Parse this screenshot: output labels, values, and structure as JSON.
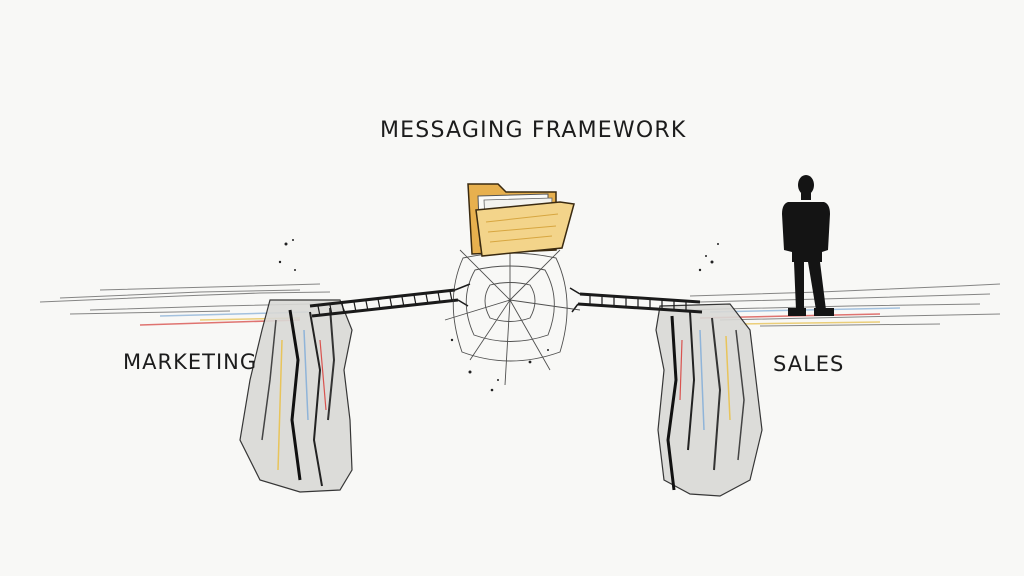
{
  "title": "MESSAGING FRAMEWORK",
  "left_label": "MARKETING",
  "right_label": "SALES",
  "colors": {
    "background": "#f8f8f6",
    "ink": "#1c1c1c",
    "folder": "#e7b04e",
    "folder_light": "#f3d48a",
    "accent_red": "#d9534f",
    "accent_blue": "#8fb4d9",
    "accent_yellow": "#e8c45a"
  }
}
